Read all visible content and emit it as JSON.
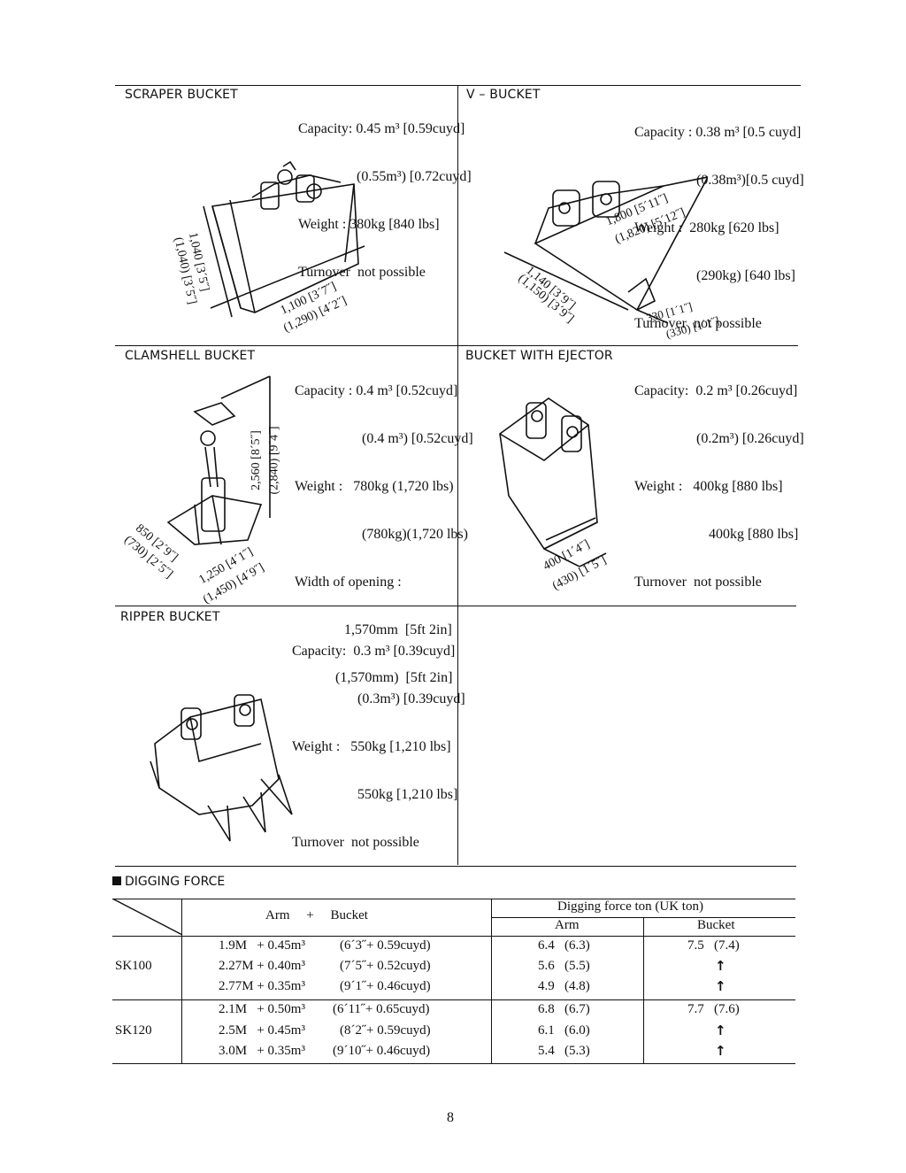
{
  "buckets": {
    "scraper": {
      "title": "SCRAPER BUCKET",
      "lines": [
        "Capacity: 0.45 m³ [0.59cuyd]",
        "(0.55m³) [0.72cuyd]",
        "Weight : 380kg [840 lbs]",
        "Turnover  not possible"
      ],
      "dims": [
        "1,040 [3´5˝]",
        "(1,040) [3´5˝]",
        "1,100 [3´7˝]",
        "(1,290) [4´2˝]"
      ]
    },
    "v_bucket": {
      "title": "V – BUCKET",
      "lines": [
        "Capacity : 0.38 m³ [0.5 cuyd]",
        "(0.38m³)[0.5 cuyd]",
        "Weight :  280kg [620 lbs]",
        "(290kg) [640 lbs]",
        "Turnover  not possible"
      ],
      "dims": [
        "1,800 [5´11˝]",
        "(1,820) [5´12˝]",
        "1,140 [3´9˝]",
        "(1,150) [3´9˝]",
        "330 [1´1˝]",
        "(330) [1´1˝]"
      ]
    },
    "clamshell": {
      "title": "CLAMSHELL BUCKET",
      "lines": [
        "Capacity : 0.4 m³ [0.52cuyd]",
        "(0.4 m³) [0.52cuyd]",
        "Weight :   780kg (1,720 lbs)",
        "(780kg)(1,720 lbs)",
        "Width of opening :",
        "1,570mm  [5ft 2in]",
        "(1,570mm)  [5ft 2in]"
      ],
      "dims": [
        "2,560 [8´5˝]",
        "(2,840) [9´4˝]",
        "850 [2´9˝]",
        "(730) [2´5˝]",
        "1,250 [4´1˝]",
        "(1,450) [4´9˝]"
      ]
    },
    "ejector": {
      "title": "BUCKET WITH EJECTOR",
      "lines": [
        "Capacity:  0.2 m³ [0.26cuyd]",
        "(0.2m³) [0.26cuyd]",
        "Weight :   400kg [880 lbs]",
        "400kg [880 lbs]",
        "Turnover  not possible"
      ],
      "dims": [
        "400 [1´4˝]",
        "(430) [1´5˝]"
      ]
    },
    "ripper": {
      "title": "RIPPER BUCKET",
      "lines": [
        "Capacity:  0.3 m³ [0.39cuyd]",
        "(0.3m³) [0.39cuyd]",
        "Weight :   550kg [1,210 lbs]",
        "550kg [1,210 lbs]",
        "Turnover  not possible"
      ]
    }
  },
  "digging_force": {
    "heading": "DIGGING FORCE",
    "col_arm_bucket": "Arm     +     Bucket",
    "col_force": "Digging force ton (UK ton)",
    "col_arm": "Arm",
    "col_bucket": "Bucket",
    "groups": [
      {
        "model": "SK100",
        "rows": [
          {
            "combo": "1.9M   + 0.45m³",
            "imperial": "(6´3˝+ 0.59cuyd)",
            "arm": "6.4   (6.3)",
            "bucket": "7.5   (7.4)"
          },
          {
            "combo": "2.27M + 0.40m³",
            "imperial": "(7´5˝+ 0.52cuyd)",
            "arm": "5.6   (5.5)",
            "bucket": "↑"
          },
          {
            "combo": "2.77M + 0.35m³",
            "imperial": "(9´1˝+ 0.46cuyd)",
            "arm": "4.9   (4.8)",
            "bucket": "↑"
          }
        ]
      },
      {
        "model": "SK120",
        "rows": [
          {
            "combo": "2.1M   + 0.50m³",
            "imperial": "(6´11˝+ 0.65cuyd)",
            "arm": "6.8   (6.7)",
            "bucket": "7.7   (7.6)"
          },
          {
            "combo": "2.5M   + 0.45m³",
            "imperial": "(8´2˝+ 0.59cuyd)",
            "arm": "6.1   (6.0)",
            "bucket": "↑"
          },
          {
            "combo": "3.0M   + 0.35m³",
            "imperial": "(9´10˝+ 0.46cuyd)",
            "arm": "5.4   (5.3)",
            "bucket": "↑"
          }
        ]
      }
    ]
  },
  "page_number": "8",
  "icons": {
    "heading_bullet": "black-square-bullet"
  }
}
